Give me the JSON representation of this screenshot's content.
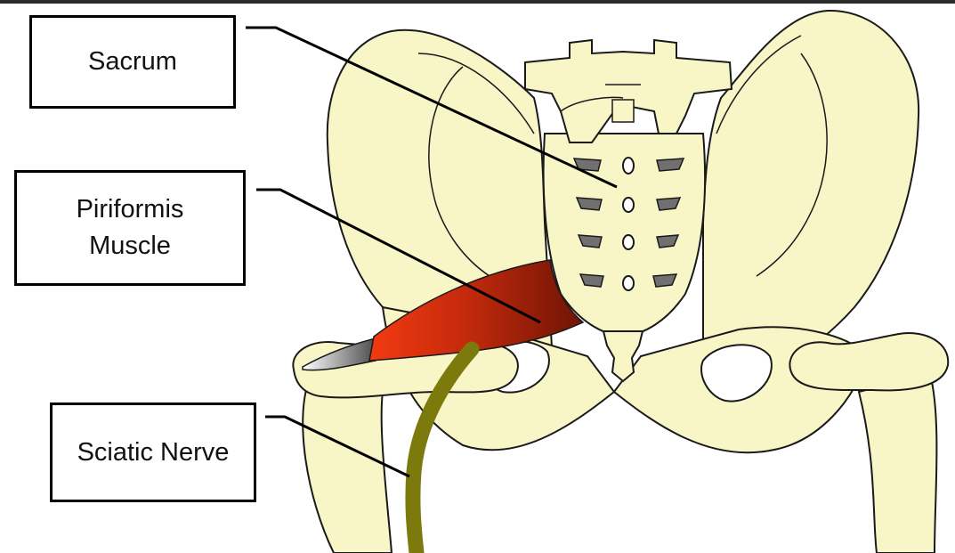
{
  "labels": {
    "sacrum": "Sacrum",
    "piriformis": "Piriformis\nMuscle",
    "sciatic": "Sciatic Nerve"
  },
  "colors": {
    "bone": "#f8f5c6",
    "outline": "#1a1a1a",
    "muscle_light": "#f23a10",
    "muscle_dark": "#7b1606",
    "nerve": "#7c7a0c",
    "foramen": "#707070"
  }
}
